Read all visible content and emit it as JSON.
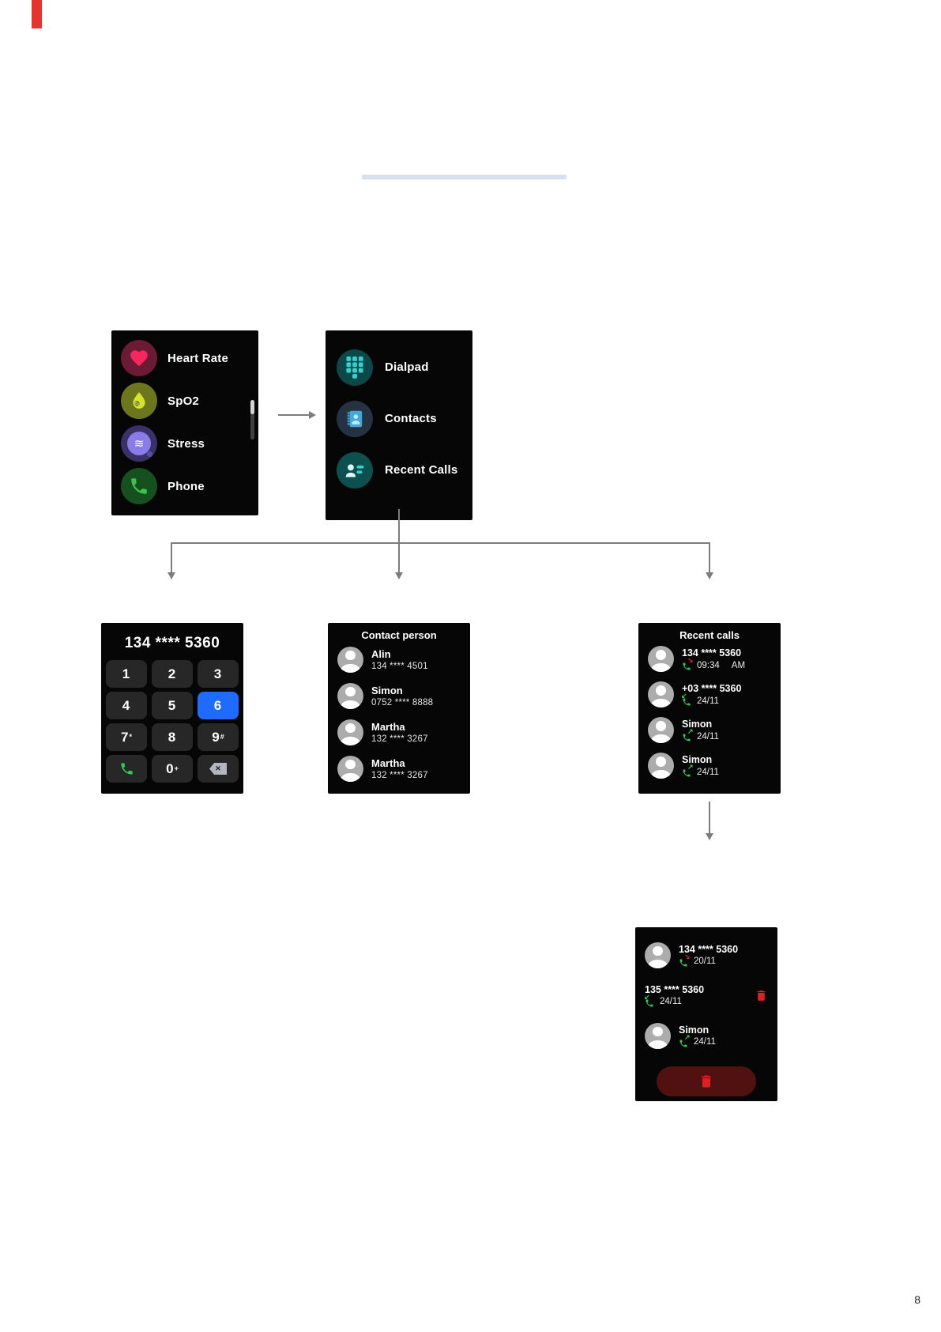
{
  "page": {
    "number": "8"
  },
  "colors": {
    "margin_bar_red": "#e8322d",
    "divider_blue": "#d7e0ec",
    "key_highlight_blue": "#1f6bff",
    "call_green": "#2ecc52",
    "teal_icon": "#35d0d0",
    "alert_red": "#e02020"
  },
  "menu_screen": {
    "items": [
      {
        "label": "Heart Rate"
      },
      {
        "label": "SpO2"
      },
      {
        "label": "Stress"
      },
      {
        "label": "Phone"
      }
    ]
  },
  "phone_menu_screen": {
    "items": [
      {
        "label": "Dialpad"
      },
      {
        "label": "Contacts"
      },
      {
        "label": "Recent Calls"
      }
    ]
  },
  "dialpad_screen": {
    "display": "134 **** 5360",
    "keys": [
      {
        "main": "1",
        "sub": ""
      },
      {
        "main": "2",
        "sub": ""
      },
      {
        "main": "3",
        "sub": ""
      },
      {
        "main": "4",
        "sub": ""
      },
      {
        "main": "5",
        "sub": ""
      },
      {
        "main": "6",
        "sub": ""
      },
      {
        "main": "7",
        "sub": "*"
      },
      {
        "main": "8",
        "sub": ""
      },
      {
        "main": "9",
        "sub": "#"
      },
      {
        "icon": "call-key"
      },
      {
        "main": "0",
        "sub": "+"
      },
      {
        "icon": "backspace-key"
      }
    ]
  },
  "contacts_screen": {
    "title": "Contact person",
    "contacts": [
      {
        "name": "Alin",
        "number": "134 **** 4501"
      },
      {
        "name": "Simon",
        "number": "0752 **** 8888"
      },
      {
        "name": "Martha",
        "number": "132 **** 3267"
      },
      {
        "name": "Martha",
        "number": "132 **** 3267"
      }
    ]
  },
  "recent_calls_screen": {
    "title": "Recent calls",
    "calls": [
      {
        "label": "134 **** 5360",
        "time": "09:34",
        "meridiem": "AM",
        "direction": "missed"
      },
      {
        "label": "+03 **** 5360",
        "time": "24/11",
        "direction": "incoming"
      },
      {
        "label": "Simon",
        "time": "24/11",
        "direction": "outgoing"
      },
      {
        "label": "Simon",
        "time": "24/11",
        "direction": "outgoing"
      }
    ]
  },
  "delete_screen": {
    "rows": [
      {
        "label": "134 **** 5360",
        "time": "20/11",
        "direction": "missed"
      },
      {
        "label": "135 **** 5360",
        "time": "24/11",
        "direction": "incoming"
      },
      {
        "label": "Simon",
        "time": "24/11",
        "direction": "outgoing"
      }
    ]
  }
}
